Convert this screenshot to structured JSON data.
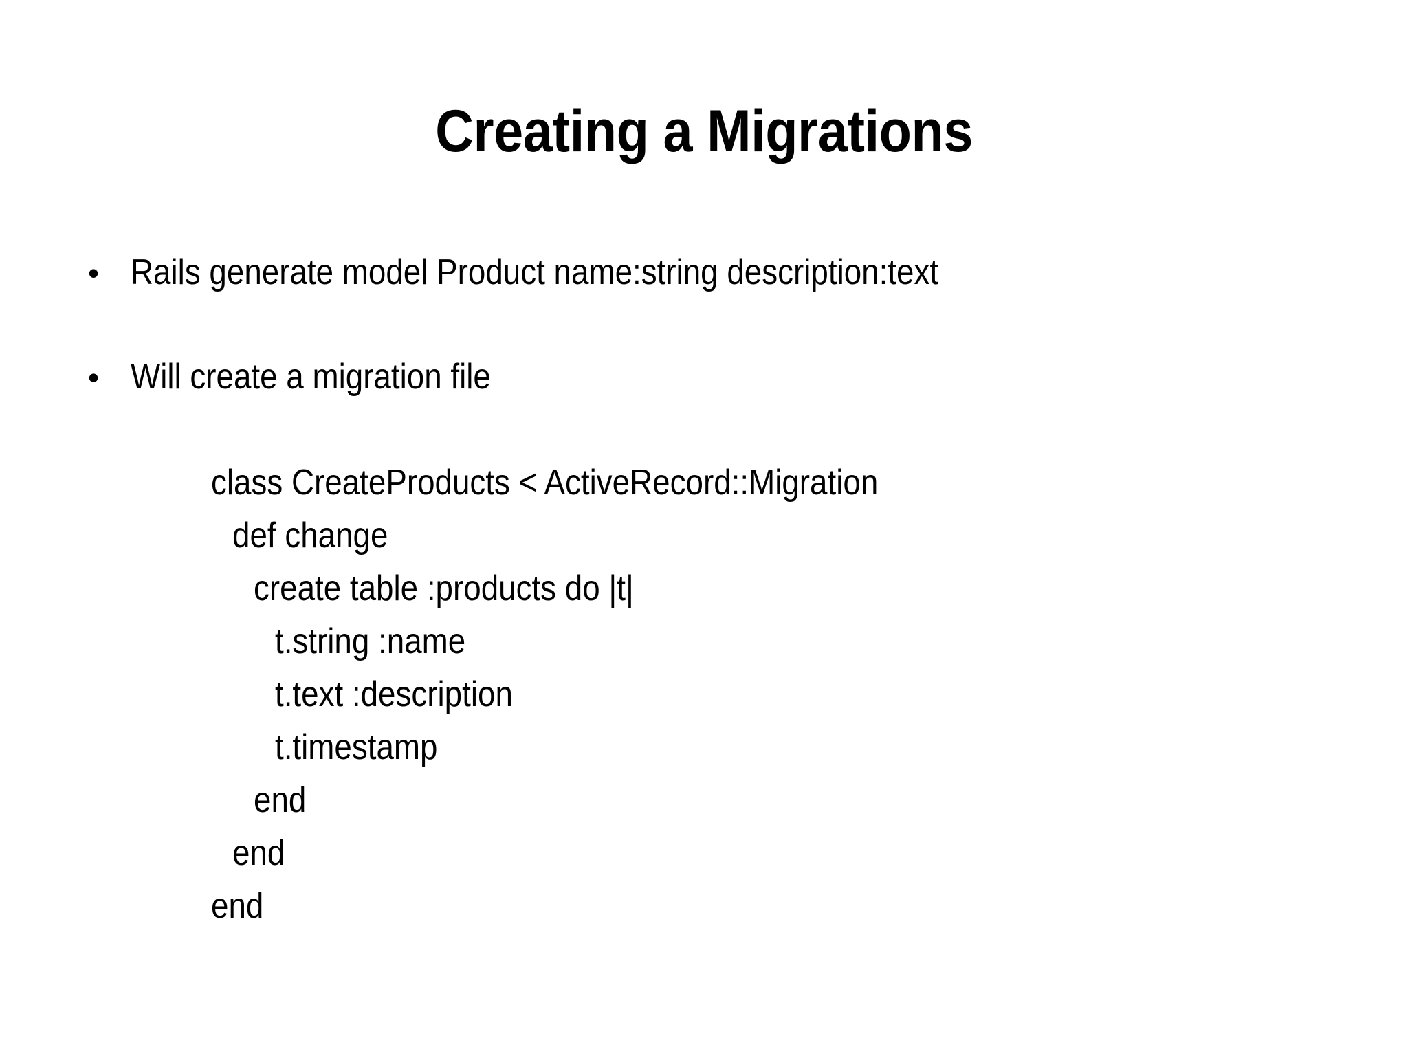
{
  "slide": {
    "background_color": "#ffffff",
    "text_color": "#000000",
    "title": "Creating a Migrations",
    "bullets": [
      {
        "marker": "•",
        "text": "Rails generate model Product name:string description:text"
      },
      {
        "marker": "•",
        "text": "Will create a migration file"
      }
    ],
    "code_block": {
      "lines": [
        {
          "indent": 0,
          "text": "class CreateProducts < ActiveRecord::Migration"
        },
        {
          "indent": 1,
          "text": "def change"
        },
        {
          "indent": 2,
          "text": "create table :products do |t|"
        },
        {
          "indent": 3,
          "text": "t.string :name"
        },
        {
          "indent": 3,
          "text": "t.text :description"
        },
        {
          "indent": 3,
          "text": "t.timestamp"
        },
        {
          "indent": 2,
          "text": "end"
        },
        {
          "indent": 1,
          "text": "end"
        },
        {
          "indent": 0,
          "text": "end"
        }
      ]
    }
  }
}
